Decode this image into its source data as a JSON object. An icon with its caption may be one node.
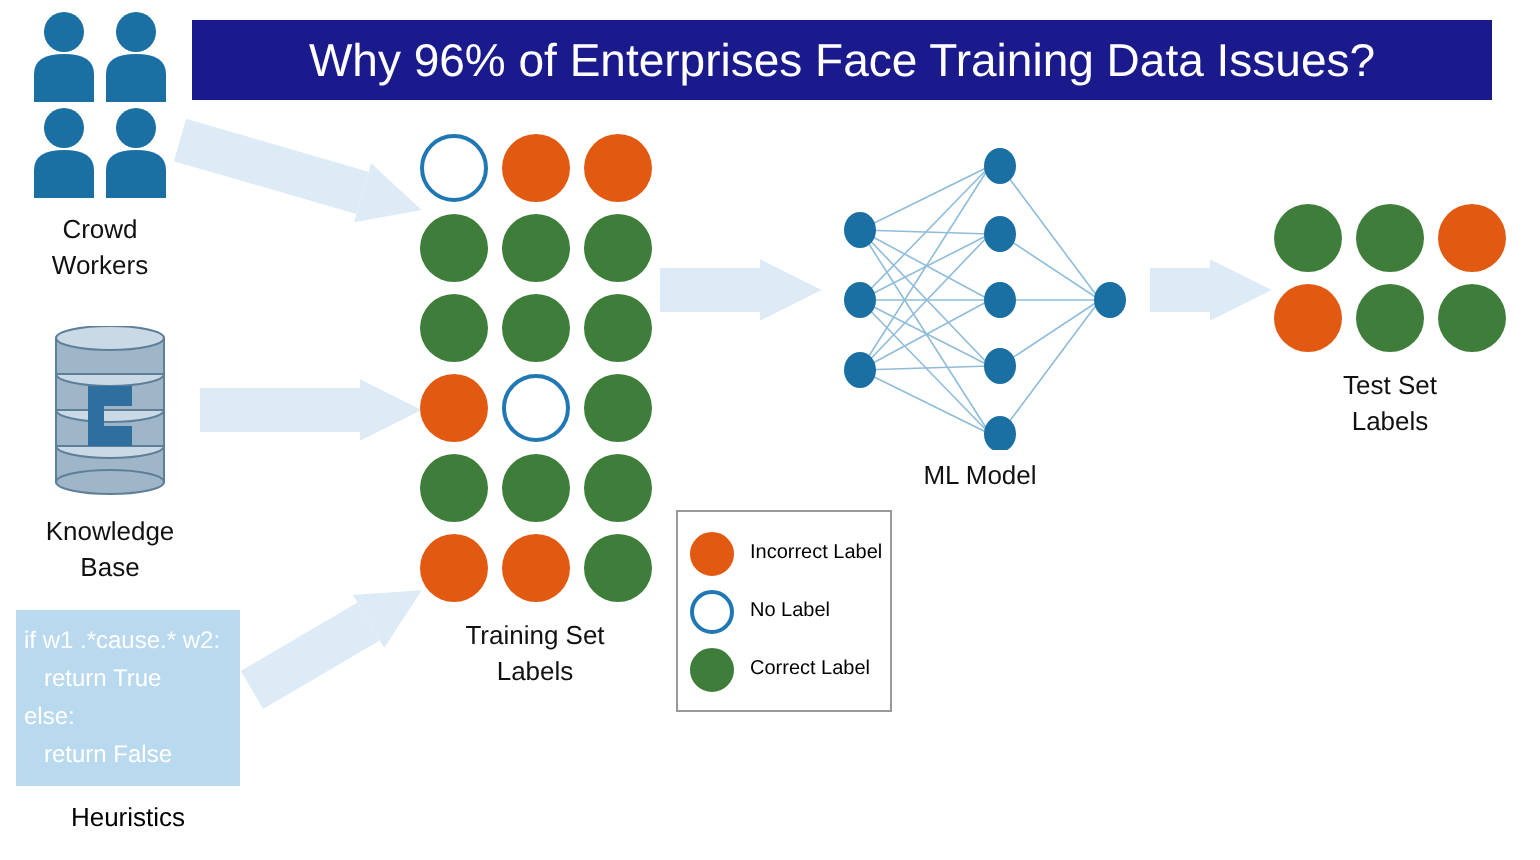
{
  "diagram": {
    "title": "Why 96% of Enterprises Face Training Data Issues?",
    "nodes": [
      {
        "text": [
          "Crowd Workers"
        ]
      },
      {
        "text": [
          "Knowledge Base"
        ]
      },
      {
        "text": [
          "if w1 .*cause.* w2:",
          "return True",
          "else:",
          "return False"
        ],
        "beside": [
          "Heuristics"
        ]
      },
      {
        "text": [
          "Training Set Labels"
        ]
      },
      {
        "text": [
          "ML Model"
        ]
      },
      {
        "text": [
          "Test Set Labels"
        ]
      }
    ],
    "edges": [
      {
        "from": 0,
        "to": 3,
        "arrow": "to"
      },
      {
        "from": 1,
        "to": 3,
        "arrow": "to"
      },
      {
        "from": 2,
        "to": 3,
        "arrow": "to"
      },
      {
        "from": 3,
        "to": 4,
        "arrow": "to"
      },
      {
        "from": 4,
        "to": 5,
        "arrow": "to"
      }
    ],
    "legend": [
      {
        "text": "Incorrect Label",
        "color": "#e25a12"
      },
      {
        "text": "No Label",
        "color": "#ffffff"
      },
      {
        "text": "Correct Label",
        "color": "#3f7d3a"
      }
    ]
  }
}
